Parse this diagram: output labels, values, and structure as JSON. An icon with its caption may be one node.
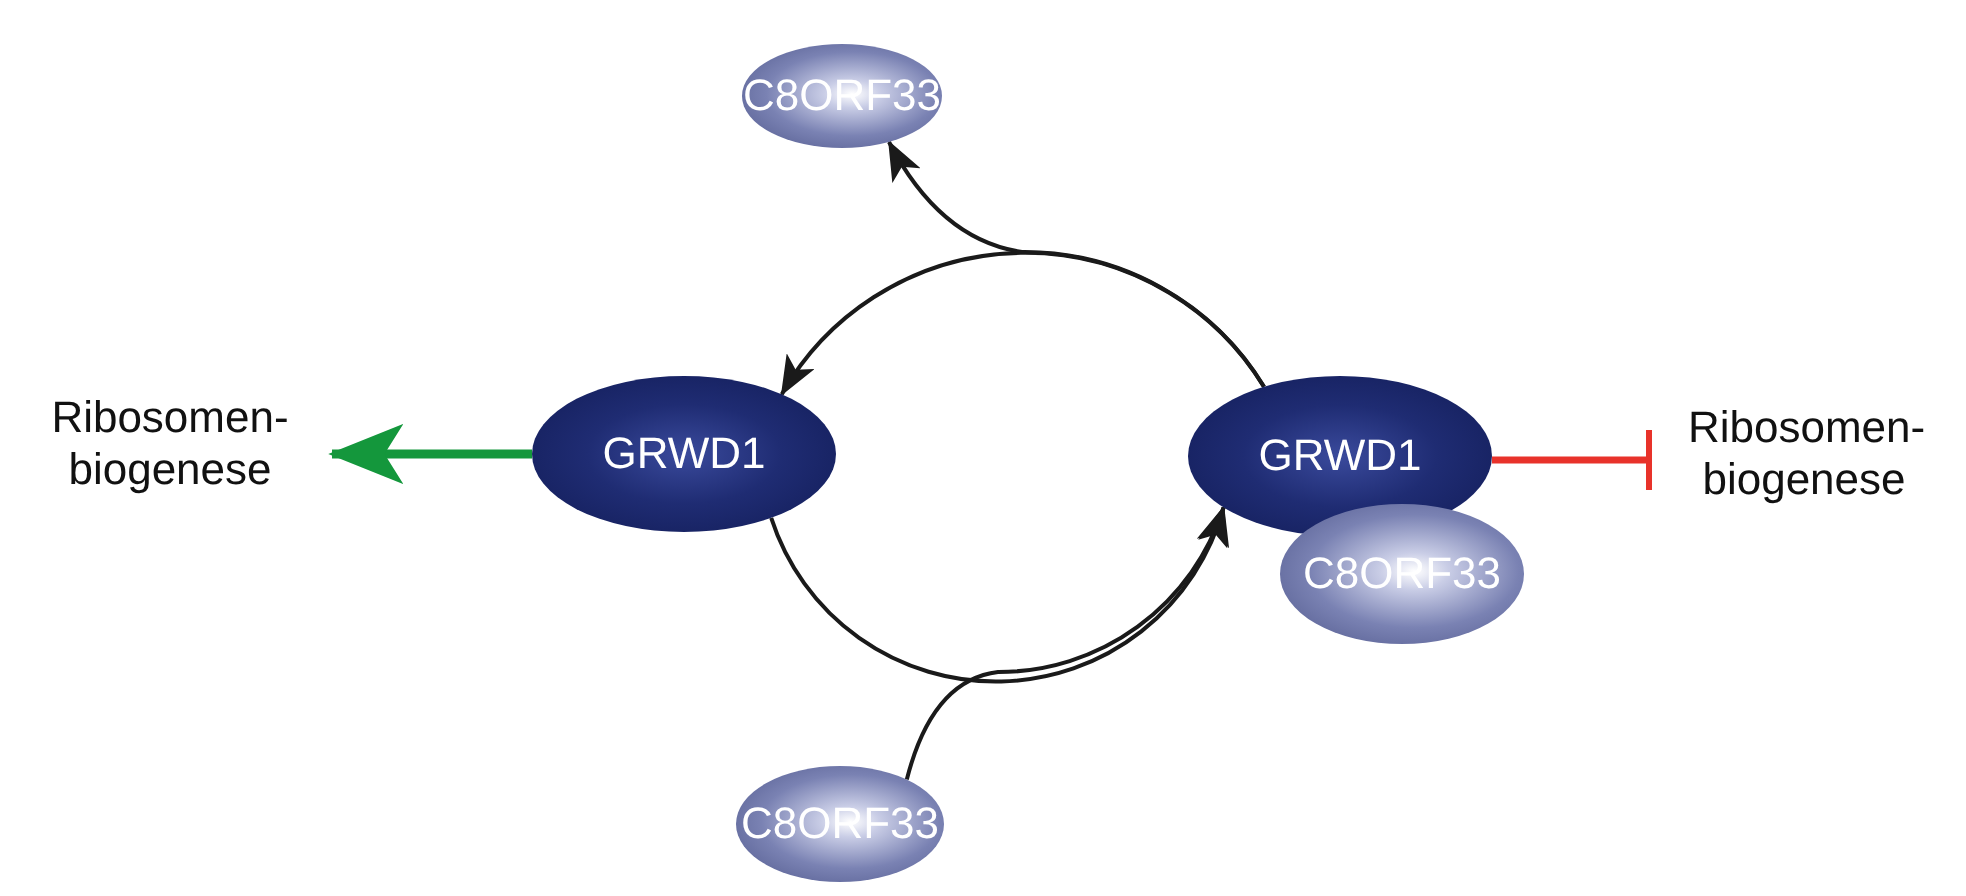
{
  "diagram": {
    "nodes": [
      {
        "text": [
          "C8ORF33"
        ]
      },
      {
        "text": [
          "Ribosomen- biogenese"
        ]
      },
      {
        "text": [
          "GRWD1"
        ]
      },
      {
        "text": [
          "GRWD1"
        ]
      },
      {
        "text": [
          "C8ORF33"
        ]
      },
      {
        "text": [
          "Ribosomen- biogenese"
        ]
      },
      {
        "text": [
          "C8ORF33"
        ]
      }
    ],
    "edges": [
      {
        "from": 3,
        "to": 2,
        "arrow": "to"
      },
      {
        "from": 3,
        "to": 0,
        "arrow": "to"
      },
      {
        "from": 2,
        "to": 3,
        "arrow": "to"
      },
      {
        "from": 6,
        "to": 3,
        "arrow": "to"
      },
      {
        "from": 2,
        "to": 1,
        "arrow": "to",
        "style": "thick",
        "color": "#14973c"
      },
      {
        "from": 3,
        "to": 5,
        "arrow": "other",
        "color": "#e8322a"
      }
    ]
  }
}
